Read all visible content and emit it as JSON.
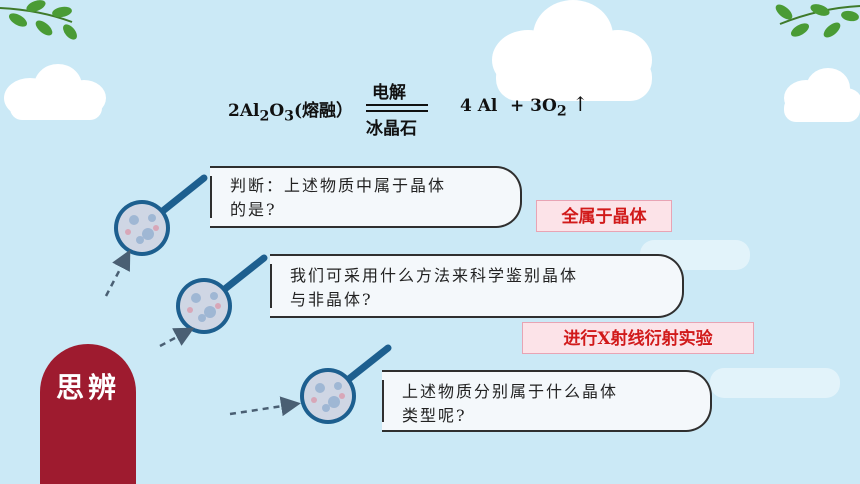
{
  "equation": {
    "reactant": "2Al",
    "reactant_sub1": "2",
    "reactant_o": "O",
    "reactant_sub2": "3",
    "reactant_state": "(熔融）",
    "condition_top": "电解",
    "condition_bottom": "冰晶石",
    "product1": "4 Al",
    "product2_plus": "+ 3O",
    "product2_sub": "2",
    "gas_arrow": "↑"
  },
  "questions": [
    {
      "line1": "判断：上述物质中属于晶体",
      "line2": "的是?"
    },
    {
      "line1": "我们可采用什么方法来科学鉴别晶体",
      "line2": "与非晶体?"
    },
    {
      "line1": "上述物质分别属于什么晶体",
      "line2": "类型呢?"
    }
  ],
  "answers": [
    "全属于晶体",
    "进行X射线衍射实验"
  ],
  "badge": {
    "text": "思辨"
  },
  "colors": {
    "background": "#cbe9f6",
    "badge": "#9e1b2f",
    "answer_text": "#d11a1a",
    "answer_bg": "#fce3e8"
  }
}
